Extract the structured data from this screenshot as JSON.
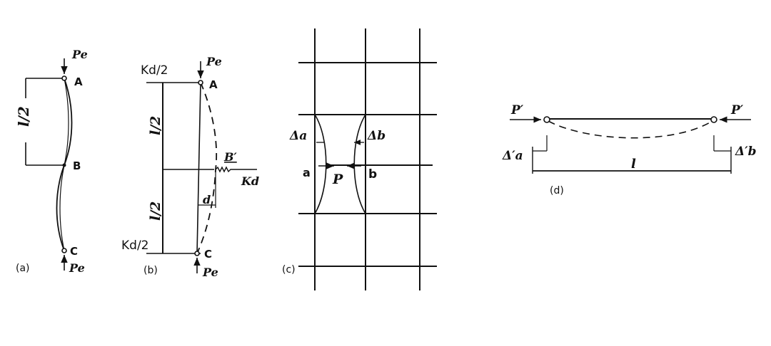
{
  "figures": {
    "a": {
      "caption": "(a)",
      "load_top": "Pe",
      "load_bottom": "Pe",
      "dimension": "l/2",
      "points": {
        "A": "A",
        "B": "B",
        "C": "C"
      }
    },
    "b": {
      "caption": "(b)",
      "load_top": "Pe",
      "load_bottom": "Pe",
      "reaction_top": "Kd/2",
      "reaction_bottom": "Kd/2",
      "dim_upper": "l/2",
      "dim_lower": "l/2",
      "spring_label": "Kd",
      "displaced_point": "B′",
      "deflection": "d",
      "points": {
        "A": "A",
        "C": "C"
      }
    },
    "c": {
      "caption": "(c)",
      "delta_a": "Δa",
      "delta_b": "Δb",
      "member_a": "a",
      "member_b": "b",
      "force": "P"
    },
    "d": {
      "caption": "(d)",
      "force_left": "P′",
      "force_right": "P′",
      "delta_left": "Δ′a",
      "delta_right": "Δ′b",
      "length": "l"
    }
  },
  "colors": {
    "ink": "#111111",
    "background": "#ffffff"
  }
}
